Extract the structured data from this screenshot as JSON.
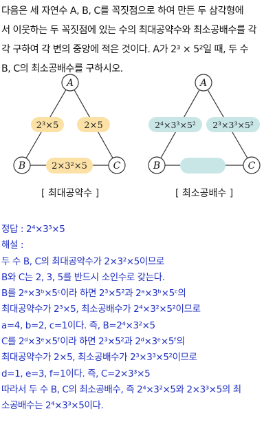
{
  "problem": {
    "lines": [
      "다음은 세 자연수 A, B, C를 꼭짓점으로 하여 만든 두 삼각형에",
      "서 이웃하는 두 꼭짓점에 있는 수의 최대공약수와 최소공배수를 각",
      "각 구하여 각 변의 중앙에 적은 것이다. A가 2³ × 5²일 때, 두 수",
      "B, C의 최소공배수를 구하시오."
    ]
  },
  "diagrams": {
    "vertex_labels": {
      "top": "A",
      "left": "B",
      "right": "C"
    },
    "gcd": {
      "caption": "[ 최대공약수 ]",
      "edge_ab": "2³×5",
      "edge_ac": "2×5",
      "edge_bc": "2×3²×5"
    },
    "lcm": {
      "caption": "[ 최소공배수 ]",
      "edge_ab": "2⁴×3³×5²",
      "edge_ac": "2³×3³×5²",
      "edge_bc": ""
    },
    "colors": {
      "gcd_badge": "#fbe1a6",
      "lcm_badge": "#c9e6e6",
      "solution_text": "#1f2fbf"
    }
  },
  "solution": {
    "lines": [
      "정답 : 2⁴×3³×5",
      "해설 :",
      "두 수 B, C의 최대공약수가 2×3²×5이므로",
      "B와 C는 2, 3, 5를 반드시 소인수로 갖는다.",
      "B를 2ᵃ×3ᵇ×5ᶜ이라 하면 2³×5²과 2ᵃ×3ᵇ×5ᶜ의",
      "최대공약수가 2³×5, 최소공배수가 2⁴×3²×5²이므로",
      "a=4, b=2, c=1이다. 즉, B=2⁴×3²×5",
      "C를 2ᵈ×3ᵉ×5ᶠ이라 하면 2³×5²과 2ᵈ×3ᵉ×5ᶠ의",
      "최대공약수가 2×5, 최소공배수가 2³×3³×5²이므로",
      "d=1, e=3, f=1이다. 즉, C=2×3³×5",
      "따라서 두 수 B, C의 최소공배수, 즉 2⁴×3²×5와 2×3³×5의 최",
      "소공배수는 2⁴×3³×5이다."
    ]
  }
}
